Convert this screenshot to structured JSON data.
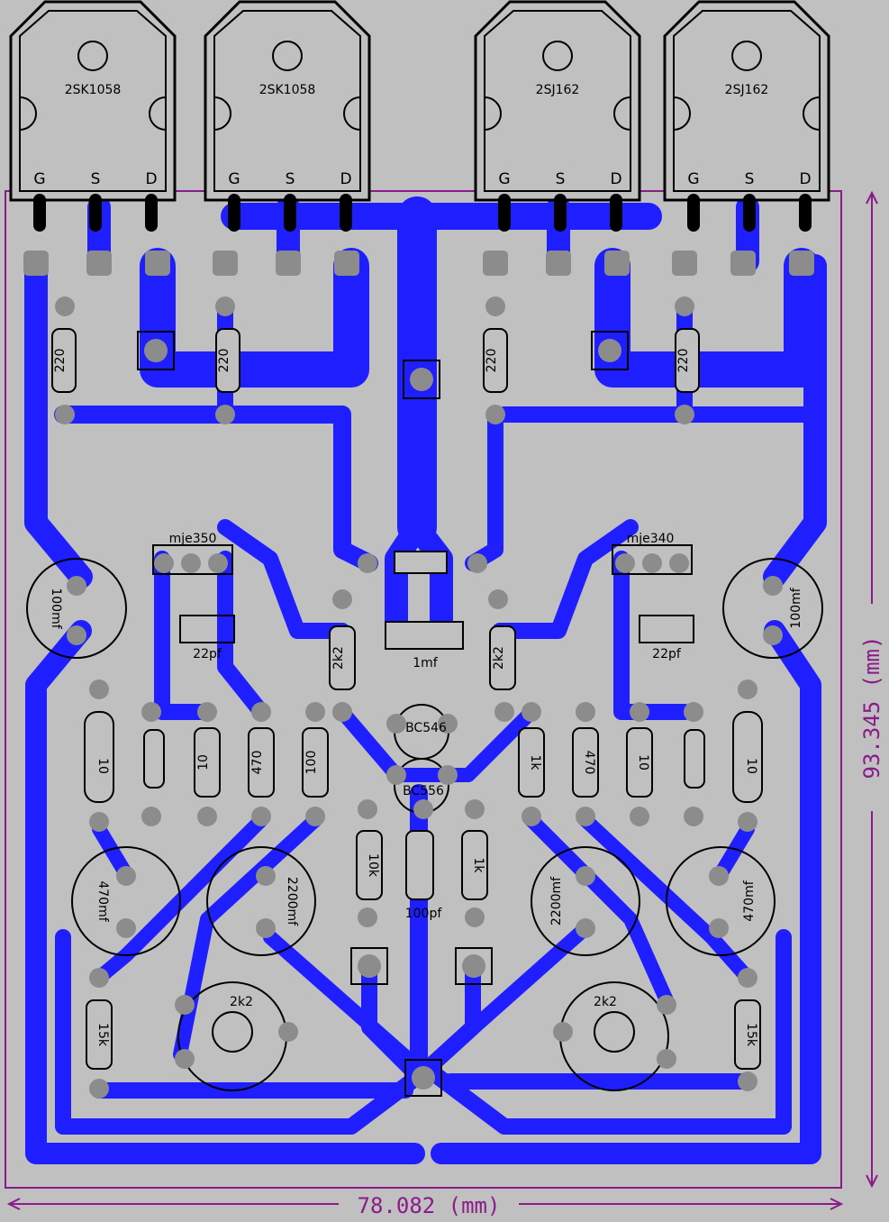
{
  "colors": {
    "background": "#c0c0c0",
    "copper": "#1e1eff",
    "pad": "#8c8c8c",
    "outline": "#000000",
    "dimension": "#8b1a8b"
  },
  "transistors": [
    {
      "part": "2SK1058",
      "pins": [
        "G",
        "S",
        "D"
      ]
    },
    {
      "part": "2SK1058",
      "pins": [
        "G",
        "S",
        "D"
      ]
    },
    {
      "part": "2SJ162",
      "pins": [
        "G",
        "S",
        "D"
      ]
    },
    {
      "part": "2SJ162",
      "pins": [
        "G",
        "S",
        "D"
      ]
    }
  ],
  "resistors": {
    "gate_1": "220",
    "gate_2": "220",
    "gate_3": "220",
    "gate_4": "220",
    "left_10": "10",
    "left_470": "470",
    "left_100": "100",
    "right_470": "470",
    "right_10": "10",
    "left_2k2": "2k2",
    "right_2k2": "2k2",
    "mid_10k": "10k",
    "mid_1k": "1k",
    "left_15k": "15k",
    "right_15k": "15k",
    "left_coil": "10",
    "right_coil": "10",
    "right_small": "1k"
  },
  "capacitors": {
    "left_top": "100mf",
    "right_top": "100mf",
    "left_22p": "22pf",
    "right_22p": "22pf",
    "center_1mf": "1mf",
    "left_470": "470mf",
    "right_470": "470mf",
    "left_2200": "2200mf",
    "right_2200": "2200mf",
    "center_100pf": "100pf"
  },
  "drivers": {
    "left": "mje350",
    "right": "mje340"
  },
  "small_transistors": {
    "top": "BC546",
    "bottom": "BC556"
  },
  "trimmers": {
    "left": "2k2",
    "right": "2k2"
  },
  "dimensions": {
    "width": "78.082 (mm)",
    "height": "93.345 (mm)"
  }
}
